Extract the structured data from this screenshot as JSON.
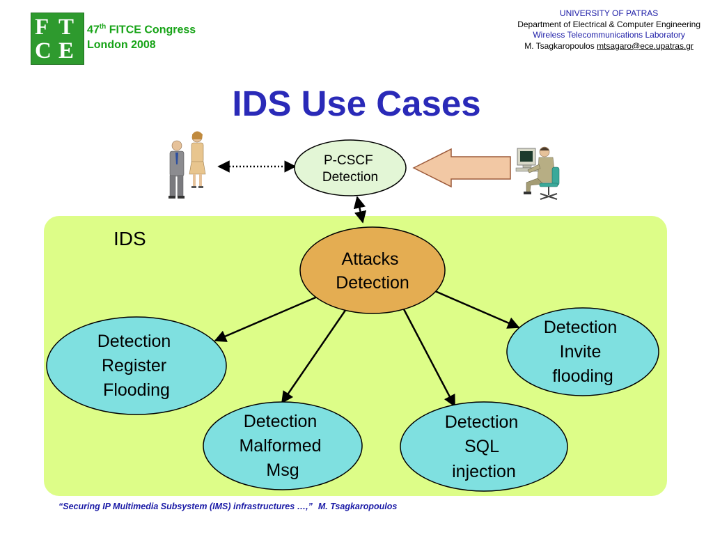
{
  "header": {
    "logo_letters": [
      "F",
      "T",
      "C",
      "E"
    ],
    "conference_prefix": "47",
    "conference_sup": "th",
    "conference_name": " FITCE Congress",
    "conference_location": "London 2008",
    "university": "UNIVERSITY OF PATRAS",
    "department": "Department of Electrical & Computer Engineering",
    "laboratory": "Wireless Telecommunications Laboratory",
    "author": "M. Tsagkaropoulos",
    "email": "mtsagaro@ece.upatras.gr"
  },
  "title": "IDS Use Cases",
  "diagram": {
    "system_label": "IDS",
    "nodes": {
      "pcscf": [
        "P-CSCF",
        "Detection"
      ],
      "attacks": [
        "Attacks",
        "Detection"
      ],
      "register": [
        "Detection",
        "Register",
        "Flooding"
      ],
      "invite": [
        "Detection",
        "Invite",
        "flooding"
      ],
      "malformed": [
        "Detection",
        "Malformed",
        "Msg"
      ],
      "sql": [
        "Detection",
        "SQL",
        "injection"
      ]
    },
    "colors": {
      "system_fill": "#ddfd88",
      "pcscf_fill": "#e3f6d6",
      "attacks_fill": "#e4ad52",
      "usecase_fill": "#7fe0e0",
      "arrow_fill": "#f2c8a4"
    }
  },
  "footer": {
    "quote": "“Securing IP Multimedia Subsystem (IMS) infrastructures …,”",
    "author": "M. Tsagkaropoulos"
  }
}
